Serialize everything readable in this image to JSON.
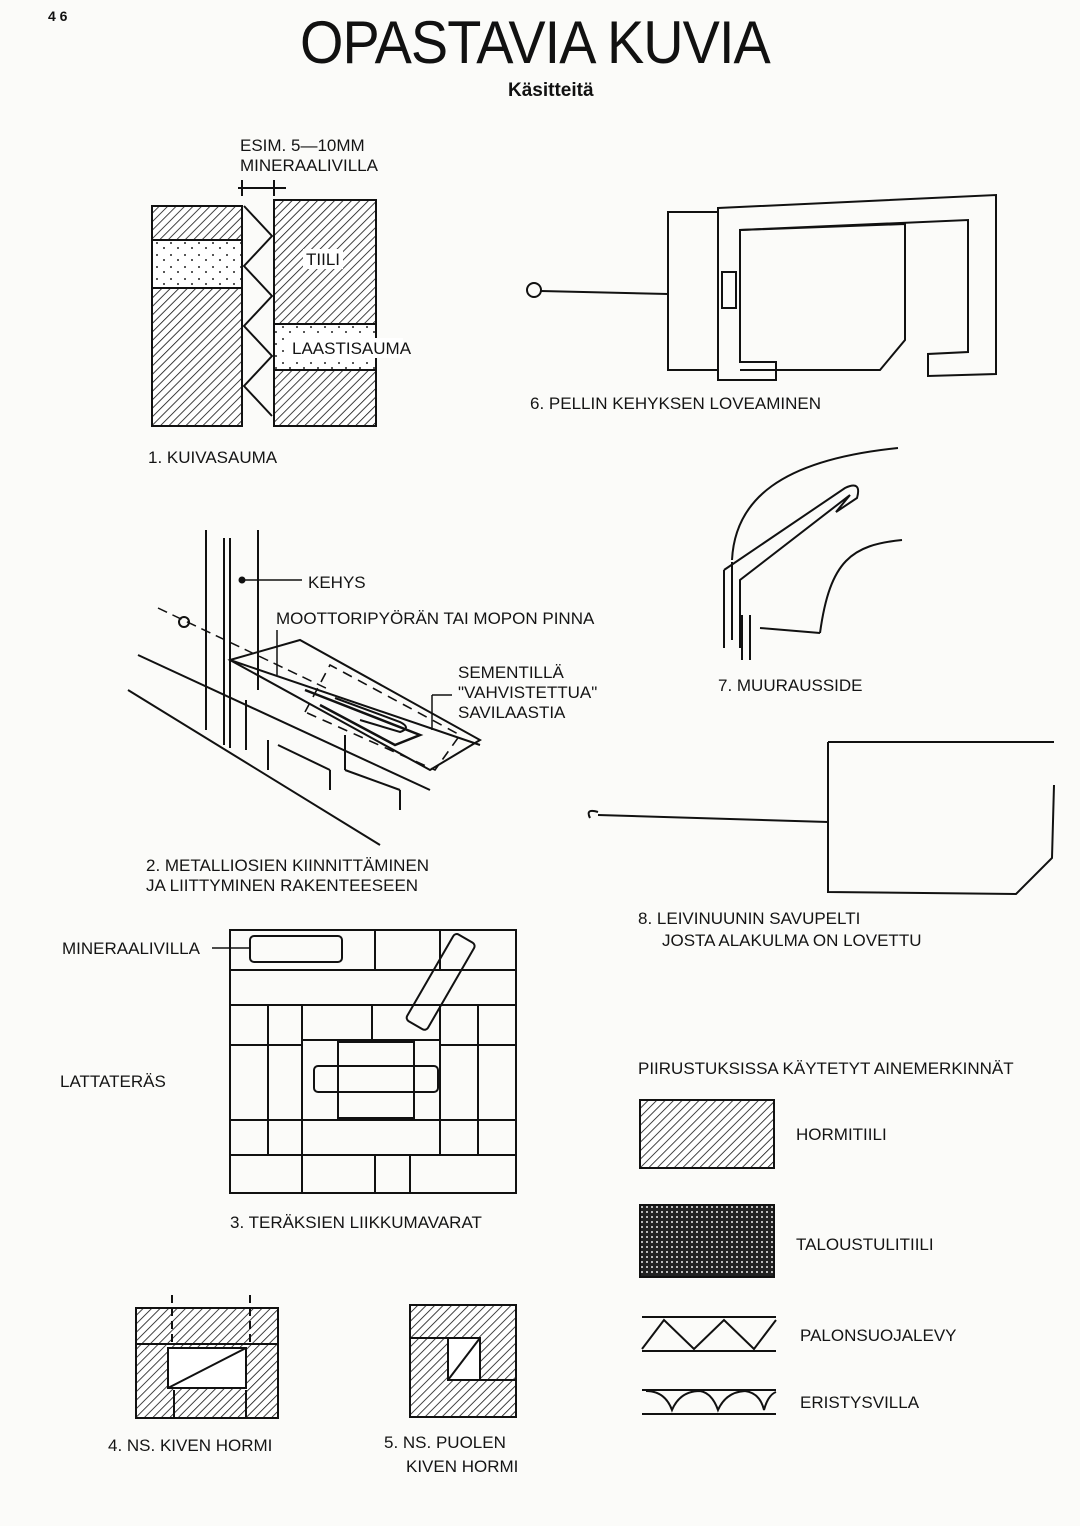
{
  "page": {
    "number": "4 6",
    "title": "OPASTAVIA KUVIA",
    "subtitle": "Käsitteitä"
  },
  "fig1": {
    "dim_label_1": "ESIM. 5—10MM",
    "dim_label_2": "MINERAALIVILLA",
    "tiili": "TIILI",
    "laastisauma": "LAASTISAUMA",
    "caption": "1.  KUIVASAUMA"
  },
  "fig2": {
    "kehys": "KEHYS",
    "pinna": "MOOTTORIPYÖRÄN TAI MOPON PINNA",
    "note_1": "SEMENTILLÄ",
    "note_2": "\"VAHVISTETTUA\"",
    "note_3": "SAVILAASTIA",
    "caption_1": "2.  METALLIOSIEN KIINNITTÄMINEN",
    "caption_2": "JA LIITTYMINEN RAKENTEESEEN"
  },
  "fig3": {
    "mineraalivilla": "MINERAALIVILLA",
    "lattateras": "LATTATERÄS",
    "caption": "3.  TERÄKSIEN LIIKKUMAVARAT"
  },
  "fig4": {
    "caption": "4.  NS. KIVEN HORMI"
  },
  "fig5": {
    "caption_1": "5.  NS. PUOLEN",
    "caption_2": "KIVEN HORMI"
  },
  "fig6": {
    "caption": "6.  PELLIN KEHYKSEN LOVEAMINEN"
  },
  "fig7": {
    "caption": "7.  MUURAUSSIDE"
  },
  "fig8": {
    "caption_1": "8.  LEIVINUUNIN SAVUPELTI",
    "caption_2": "JOSTA ALAKULMA ON LOVETTU"
  },
  "legend": {
    "heading": "PIIRUSTUKSISSA KÄYTETYT AINEMERKINNÄT",
    "items": [
      {
        "label": "HORMITIILI",
        "icon": "diagonal-hatch-icon"
      },
      {
        "label": "TALOUSTULITIILI",
        "icon": "crosshatch-icon"
      },
      {
        "label": "PALONSUOJALEVY",
        "icon": "zigzag-icon"
      },
      {
        "label": "ERISTYSVILLA",
        "icon": "wave-icon"
      }
    ]
  }
}
